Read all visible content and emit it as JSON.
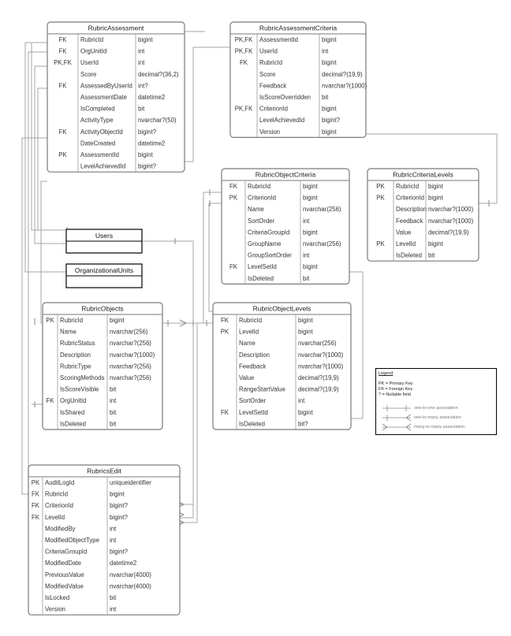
{
  "tables": [
    {
      "id": "ra",
      "title": "RubricAssessment",
      "rows": [
        [
          "FK",
          "RubricId",
          "bigint"
        ],
        [
          "FK",
          "OrgUnitId",
          "int"
        ],
        [
          "PK,FK",
          "UserId",
          "int"
        ],
        [
          "",
          "Score",
          "decimal?(36,2)"
        ],
        [
          "FK",
          "AssessedByUserId",
          "int?"
        ],
        [
          "",
          "AssessmentDate",
          "datetime2"
        ],
        [
          "",
          "IsCompleted",
          "bit"
        ],
        [
          "",
          "ActivityType",
          "nvarchar?(50)"
        ],
        [
          "FK",
          "ActivityObjectId",
          "bigint?"
        ],
        [
          "",
          "DateCreated",
          "datetime2"
        ],
        [
          "PK",
          "AssessmentId",
          "bigint"
        ],
        [
          "",
          "LevelAchievedId",
          "bigint?"
        ]
      ]
    },
    {
      "id": "rac",
      "title": "RubricAssessmentCriteria",
      "rows": [
        [
          "PK,FK",
          "AssessmentId",
          "bigint"
        ],
        [
          "PK,FK",
          "UserId",
          "int"
        ],
        [
          "FK",
          "RubricId",
          "bigint"
        ],
        [
          "",
          "Score",
          "decimal?(19,9)"
        ],
        [
          "",
          "Feedback",
          "nvarchar?(1000)"
        ],
        [
          "",
          "IsScoreOverridden",
          "bit"
        ],
        [
          "PK,FK",
          "CriterionId",
          "bigint"
        ],
        [
          "",
          "LevelAchievedId",
          "bigint?"
        ],
        [
          "",
          "Version",
          "bigint"
        ]
      ]
    },
    {
      "id": "roc",
      "title": "RubricObjectCriteria",
      "rows": [
        [
          "FK",
          "RubricId",
          "bigint"
        ],
        [
          "PK",
          "CriterionId",
          "bigint"
        ],
        [
          "",
          "Name",
          "nvarchar(256)"
        ],
        [
          "",
          "SortOrder",
          "int"
        ],
        [
          "",
          "CriteriaGroupId",
          "bigint"
        ],
        [
          "",
          "GroupName",
          "nvarchar(256)"
        ],
        [
          "",
          "GroupSortOrder",
          "int"
        ],
        [
          "FK",
          "LevelSetId",
          "bigint"
        ],
        [
          "",
          "IsDeleted",
          "bit"
        ]
      ]
    },
    {
      "id": "rcl",
      "title": "RubricCriteriaLevels",
      "rows": [
        [
          "PK",
          "RubricId",
          "bigint"
        ],
        [
          "PK",
          "CriterionId",
          "bigint"
        ],
        [
          "",
          "Description",
          "nvarchar?(1000)"
        ],
        [
          "",
          "Feedback",
          "nvarchar?(1000)"
        ],
        [
          "",
          "Value",
          "decimal?(19,9)"
        ],
        [
          "PK",
          "LevelId",
          "bigint"
        ],
        [
          "",
          "IsDeleted",
          "bit"
        ]
      ]
    },
    {
      "id": "ro",
      "title": "RubricObjects",
      "rows": [
        [
          "PK",
          "RubricId",
          "bigint"
        ],
        [
          "",
          "Name",
          "nvarchar(256)"
        ],
        [
          "",
          "RubricStatus",
          "nvarchar?(256)"
        ],
        [
          "",
          "Description",
          "nvarchar?(1000)"
        ],
        [
          "",
          "RubricType",
          "nvarchar?(256)"
        ],
        [
          "",
          "ScoringMethods",
          "nvarchar?(256)"
        ],
        [
          "",
          "IsScoreVisible",
          "bit"
        ],
        [
          "FK",
          "OrgUnitId",
          "int"
        ],
        [
          "",
          "IsShared",
          "bit"
        ],
        [
          "",
          "IsDeleted",
          "bit"
        ]
      ]
    },
    {
      "id": "rol",
      "title": "RubricObjectLevels",
      "rows": [
        [
          "FK",
          "RubricId",
          "bigint"
        ],
        [
          "PK",
          "LevelId",
          "bigint"
        ],
        [
          "",
          "Name",
          "nvarchar(256)"
        ],
        [
          "",
          "Description",
          "nvarchar?(1000)"
        ],
        [
          "",
          "Feedback",
          "nvarchar?(1000)"
        ],
        [
          "",
          "Value",
          "decimal?(19,9)"
        ],
        [
          "",
          "RangeStartValue",
          "decimal?(19,9)"
        ],
        [
          "",
          "SortOrder",
          "int"
        ],
        [
          "FK",
          "LevelSetId",
          "bigint"
        ],
        [
          "",
          "IsDeleted",
          "bit?"
        ]
      ]
    },
    {
      "id": "re",
      "title": "RubricsEdit",
      "rows": [
        [
          "PK",
          "AuditLogId",
          "uniqueidentifier"
        ],
        [
          "FK",
          "RubricId",
          "bigint"
        ],
        [
          "FK",
          "CriterionId",
          "bigint?"
        ],
        [
          "FK",
          "LevelId",
          "bigint?"
        ],
        [
          "",
          "ModifiedBy",
          "int"
        ],
        [
          "",
          "ModifiedObjectType",
          "int"
        ],
        [
          "",
          "CriteriaGroupId",
          "bigint?"
        ],
        [
          "",
          "ModifiedDate",
          "datetime2"
        ],
        [
          "",
          "PreviousValue",
          "nvarchar(4000)"
        ],
        [
          "",
          "ModifiedValue",
          "nvarchar(4000)"
        ],
        [
          "",
          "IsLocked",
          "bit"
        ],
        [
          "",
          "Version",
          "int"
        ]
      ]
    }
  ],
  "simple_tables": [
    {
      "id": "users",
      "title": "Users"
    },
    {
      "id": "orgunits",
      "title": "OrganizationalUnits"
    }
  ],
  "legend": {
    "title": "Legend",
    "notes": [
      "PK = Primary Key",
      "FK = Foreign Key",
      "? = Nullable field"
    ],
    "items": [
      "one-to-one association",
      "one-to-many association",
      "many-to-many association"
    ]
  }
}
